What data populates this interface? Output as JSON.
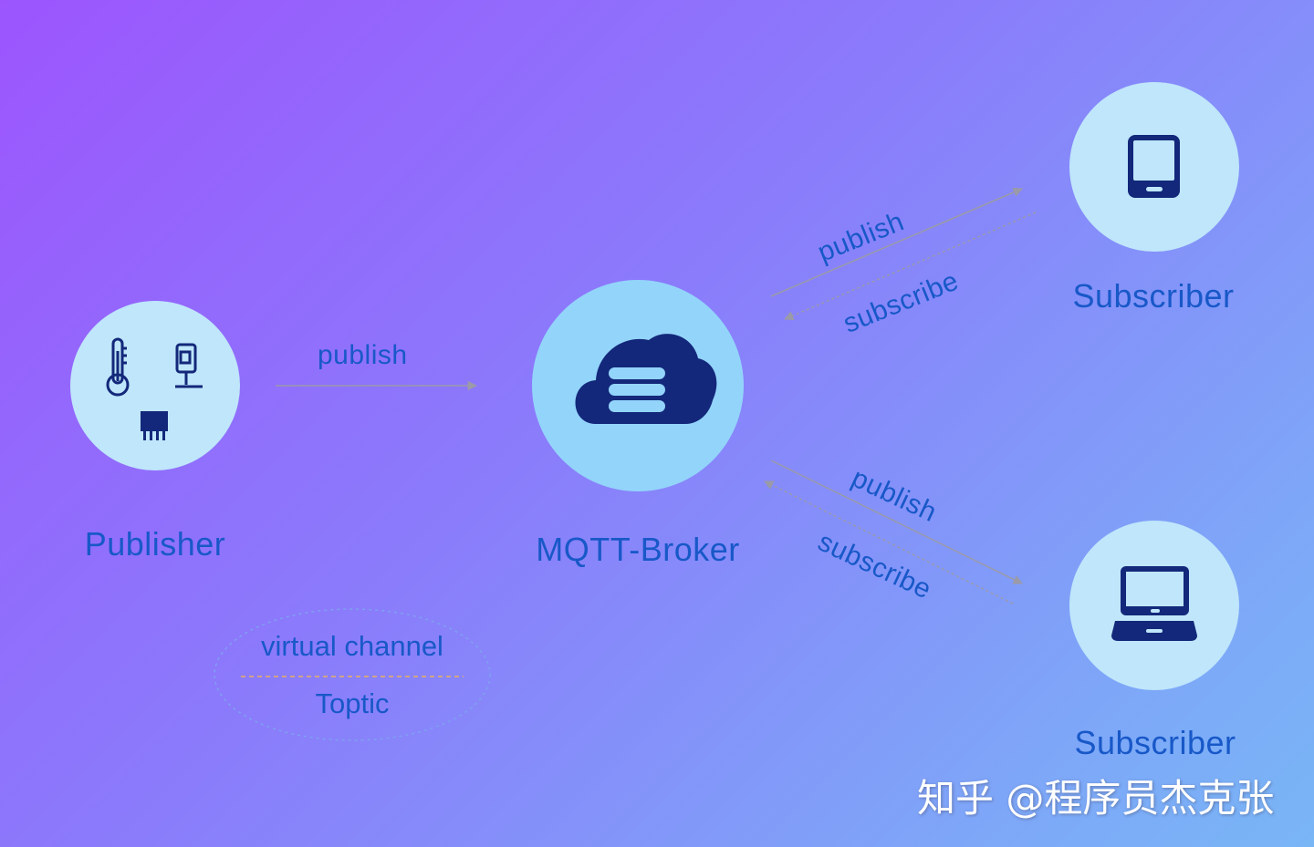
{
  "nodes": {
    "publisher": {
      "label": "Publisher"
    },
    "broker": {
      "label": "MQTT-Broker"
    },
    "subscriber_top": {
      "label": "Subscriber"
    },
    "subscriber_bottom": {
      "label": "Subscriber"
    }
  },
  "edges": {
    "pub_to_broker": "publish",
    "top_publish": "publish",
    "top_subscribe": "subscribe",
    "bottom_publish": "publish",
    "bottom_subscribe": "subscribe"
  },
  "channel": {
    "top_text": "virtual channel",
    "bottom_text": "Toptic"
  },
  "watermark": "知乎 @程序员杰克张",
  "colors": {
    "node_light": "#bfe6fb",
    "node_broker": "#93d4fb",
    "icon_dark": "#13287a",
    "label_blue": "#1858c8",
    "arrow_gray": "#9a9aa8"
  },
  "icons": {
    "publisher": [
      "thermometer-icon",
      "camera-icon",
      "chip-icon"
    ],
    "broker": "cloud-server-icon",
    "subscriber_top": "tablet-icon",
    "subscriber_bottom": "laptop-icon"
  }
}
